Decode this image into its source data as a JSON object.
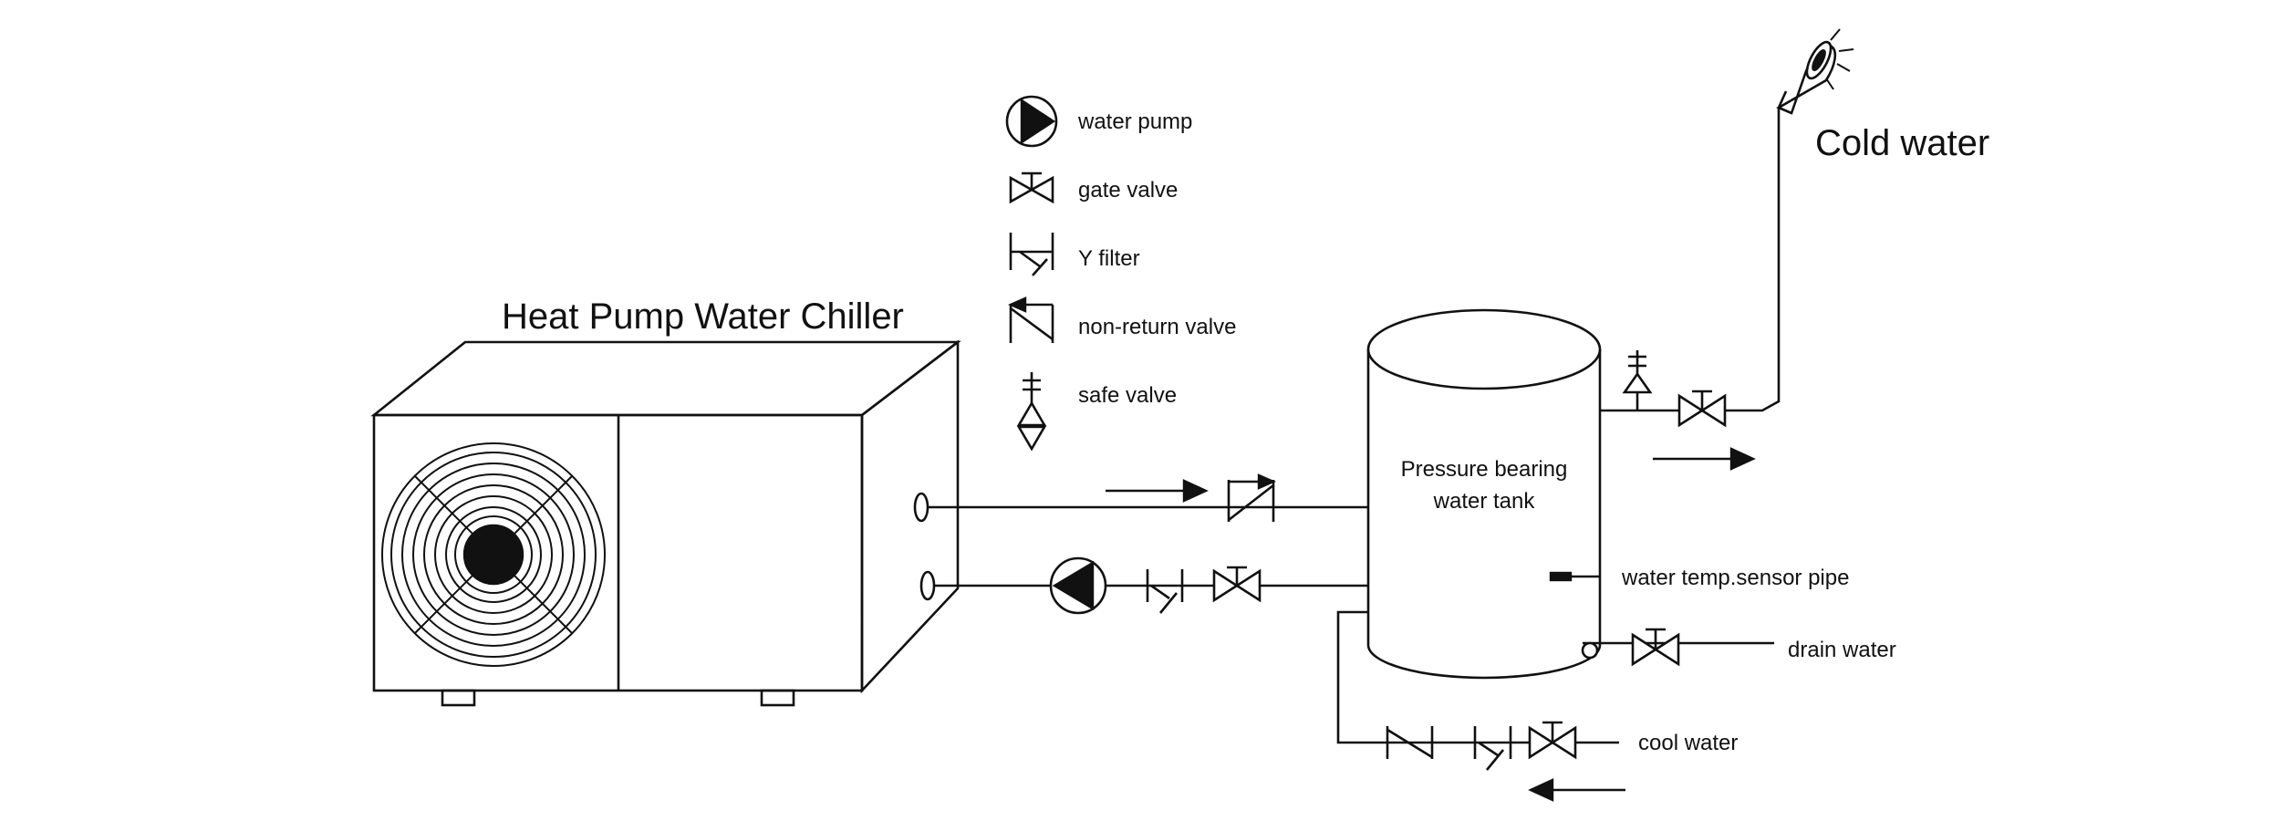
{
  "title": "Heat Pump Water Chiller",
  "outlet_label": "Cold water",
  "tank": {
    "line1": "Pressure bearing",
    "line2": "water tank"
  },
  "legend": [
    {
      "icon": "water-pump-icon",
      "label": "water pump"
    },
    {
      "icon": "gate-valve-icon",
      "label": "gate valve"
    },
    {
      "icon": "y-filter-icon",
      "label": "Y filter"
    },
    {
      "icon": "non-return-valve-icon",
      "label": "non-return valve"
    },
    {
      "icon": "safe-valve-icon",
      "label": "safe valve"
    }
  ],
  "labels": {
    "sensor": "water temp.sensor pipe",
    "drain": "drain water",
    "cool": "cool water"
  },
  "colors": {
    "line": "#111111",
    "background": "#ffffff"
  }
}
